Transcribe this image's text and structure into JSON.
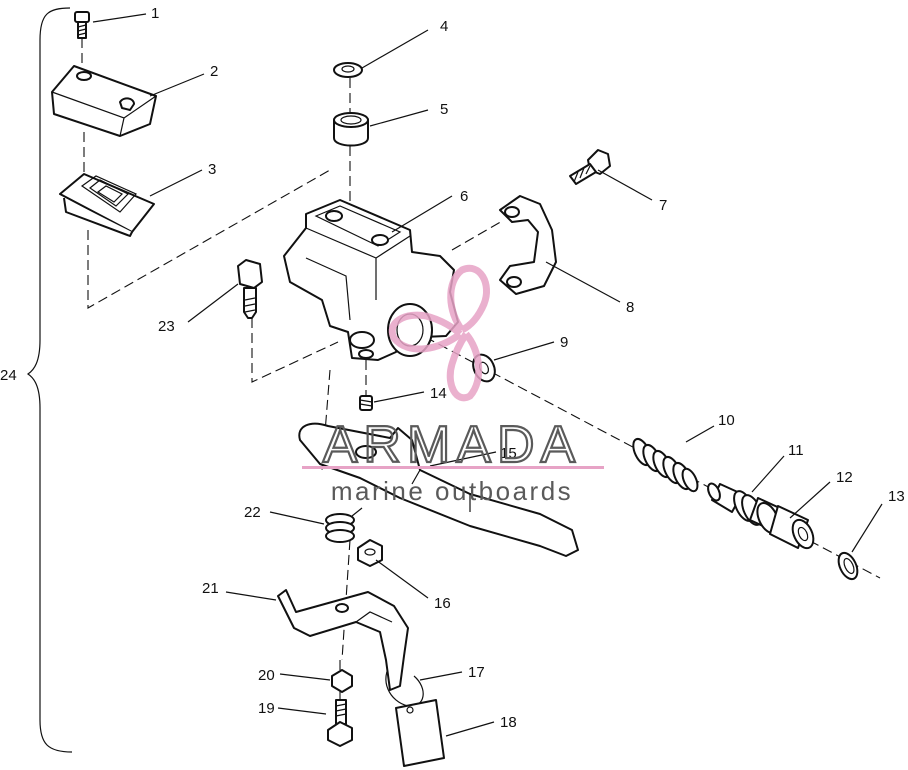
{
  "callouts": [
    "1",
    "2",
    "3",
    "4",
    "5",
    "6",
    "7",
    "8",
    "9",
    "10",
    "11",
    "12",
    "13",
    "14",
    "15",
    "16",
    "17",
    "18",
    "19",
    "20",
    "21",
    "22",
    "23",
    "24"
  ],
  "watermark": {
    "brand": "ARMADA",
    "tagline": "marine outboards",
    "text_color": "#5a5a5a",
    "accent_color": "#e7a3c6"
  }
}
